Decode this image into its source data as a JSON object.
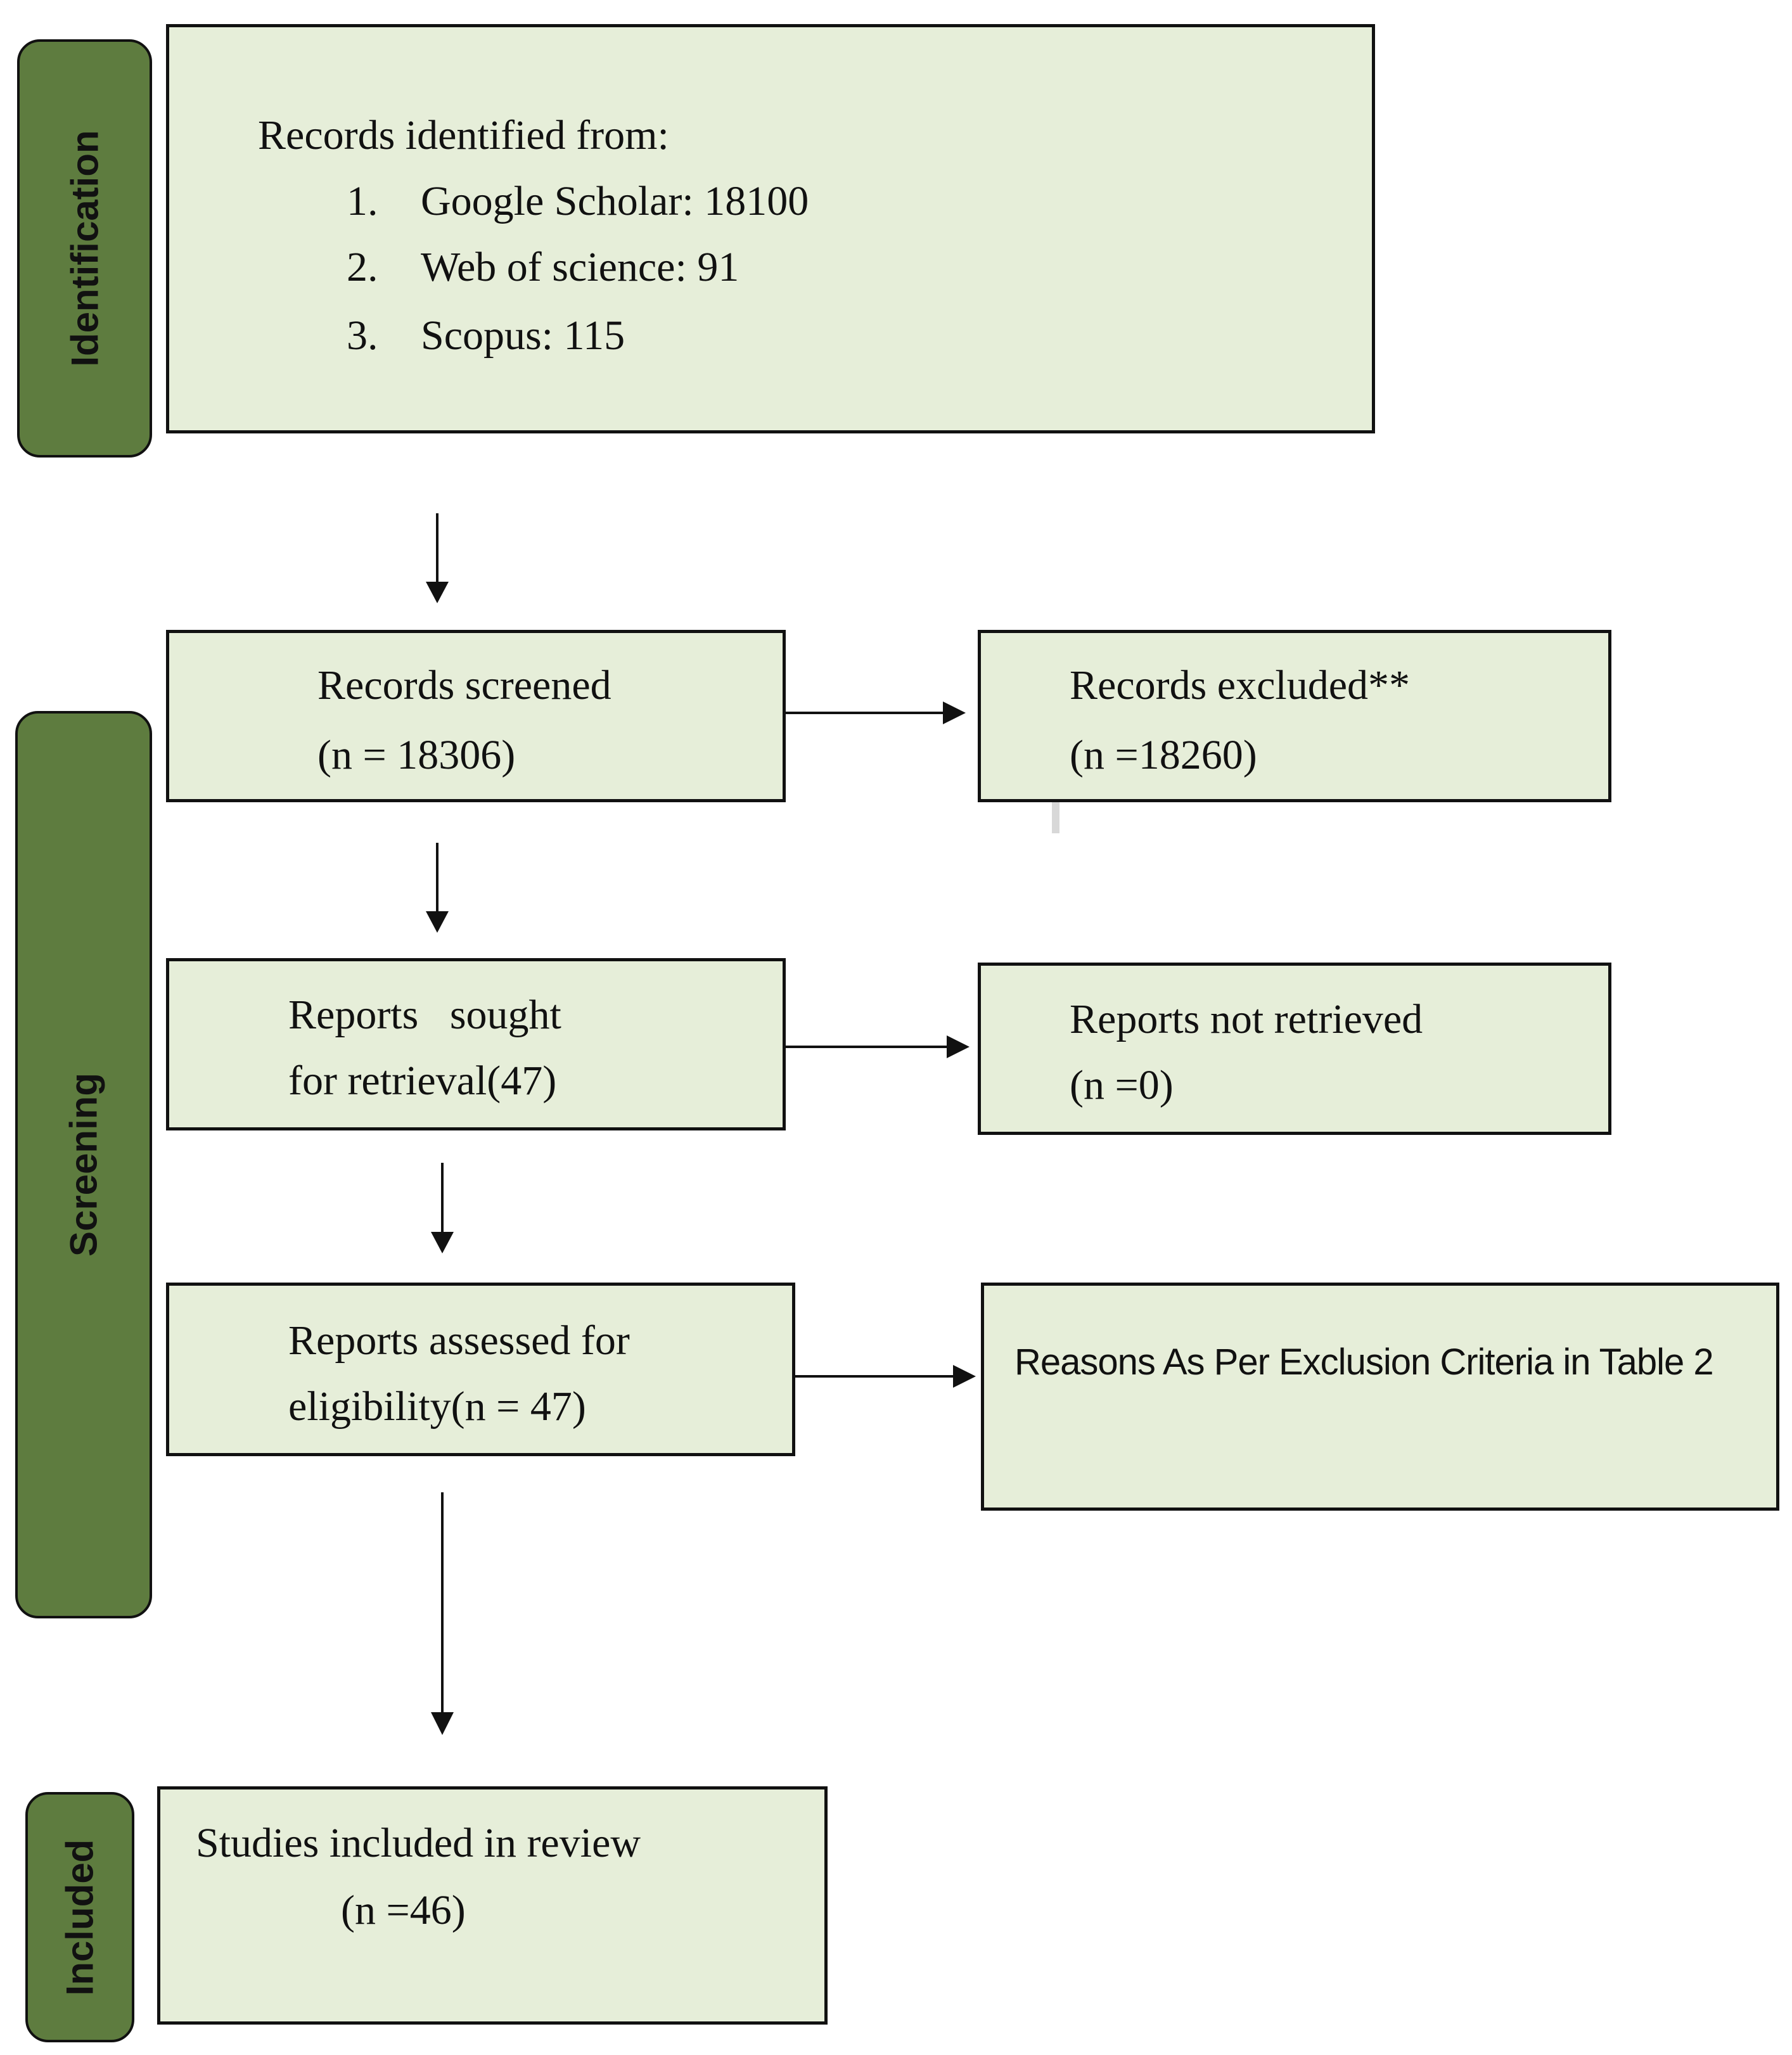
{
  "stages": {
    "identification": "Identification",
    "screening": "Screening",
    "included": "Included"
  },
  "identification_box": {
    "heading": "Records identified from:",
    "sources": [
      {
        "number": "1.",
        "text": "Google Scholar: 18100"
      },
      {
        "number": "2.",
        "text": "Web of science: 91"
      },
      {
        "number": "3.",
        "text": "Scopus: 115"
      }
    ]
  },
  "screened_box": {
    "line1": "Records screened",
    "line2": "(n = 18306)"
  },
  "excluded_box": {
    "line1": "Records excluded**",
    "line2": "(n =18260)"
  },
  "sought_box": {
    "line1": "Reports   sought",
    "line2": "for retrieval(47)"
  },
  "not_retrieved_box": {
    "line1": "Reports not retrieved",
    "line2": "(n =0)"
  },
  "assessed_box": {
    "line1": "Reports assessed for",
    "line2": "eligibility(n = 47)"
  },
  "reasons_box": {
    "line1": "Reasons As Per Exclusion Criteria in Table 2"
  },
  "included_box": {
    "line1": "Studies included in review",
    "line2": "(n =46)"
  }
}
